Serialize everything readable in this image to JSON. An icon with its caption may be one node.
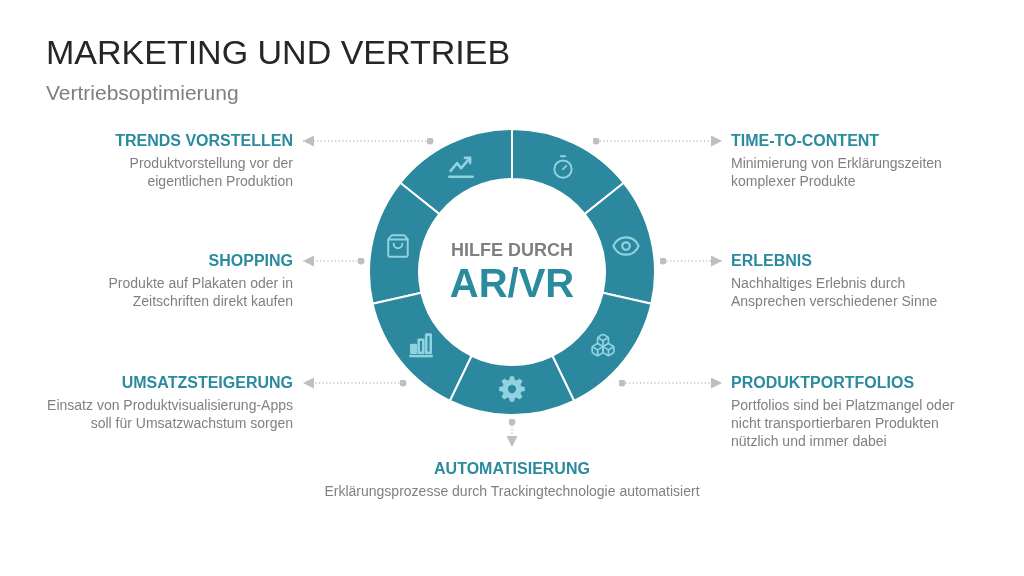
{
  "diagram": {
    "title": "MARKETING UND VERTRIEB",
    "nodes": [
      {
        "text": [
          "TRENDS VORSTELLEN",
          "Produktvorstellung vor der eigentlichen Produktion"
        ]
      },
      {
        "text": [],
        "shape": "sector"
      },
      {
        "text": [],
        "shape": "sector"
      },
      {
        "text": [
          "TIME-TO-CONTENT",
          "Minimierung von Erklärungszeiten komplexer Produkte"
        ]
      },
      {
        "text": [
          "SHOPPING",
          "Produkte auf Plakaten oder in Zeitschriften direkt kaufen"
        ]
      },
      {
        "text": [],
        "shape": "sector"
      },
      {
        "text": [
          "HILFE DURCH",
          "AR/VR"
        ]
      },
      {
        "text": [],
        "shape": "sector"
      },
      {
        "text": [
          "ERLEBNIS",
          "Nachhaltiges Erlebnis durch Ansprechen verschiedener Sinne"
        ]
      },
      {
        "text": [
          "UMSATZSTEIGERUNG",
          "Einsatz von Produktvisualisierung-Apps soll für Umsatzwachstum sorgen"
        ]
      },
      {
        "text": [],
        "shape": "sector"
      },
      {
        "text": [],
        "shape": "sector"
      },
      {
        "text": [
          "PRODUKTPORTFOLIOS",
          "Portfolios sind bei Platzmangel oder nicht transportierbaren Produkten nützlich und immer dabei"
        ]
      },
      {
        "text": [],
        "shape": "sector"
      },
      {
        "text": [
          "AUTOMATISIERUNG",
          "Erklärungsprozesse durch Trackingtechnologie automatisiert"
        ]
      }
    ],
    "edges": [
      {
        "from": 1,
        "to": 0,
        "arrow": "to",
        "style": "dashed"
      },
      {
        "from": 2,
        "to": 3,
        "arrow": "to",
        "style": "dashed"
      },
      {
        "from": 5,
        "to": 4,
        "arrow": "to",
        "style": "dashed"
      },
      {
        "from": 7,
        "to": 8,
        "arrow": "to",
        "style": "dashed"
      },
      {
        "from": 10,
        "to": 9,
        "arrow": "to",
        "style": "dashed"
      },
      {
        "from": 11,
        "to": 12,
        "arrow": "to",
        "style": "dashed"
      },
      {
        "from": 13,
        "to": 14,
        "arrow": "to",
        "style": "dashed"
      }
    ],
    "labels": [
      "Vertriebsoptimierung"
    ]
  }
}
